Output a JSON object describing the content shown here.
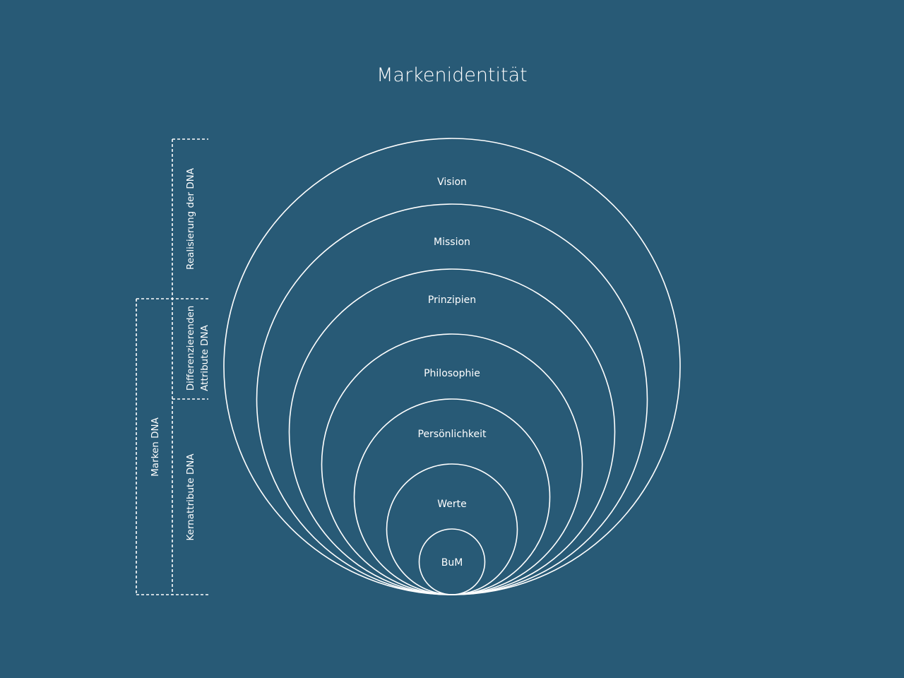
{
  "title": "Markenidentität",
  "layers": [
    "Vision",
    "Mission",
    "Prinzipien",
    "Philosophie",
    "Persönlichkeit",
    "Werte",
    "BuM"
  ],
  "brackets": {
    "realisierung": "Realisierung der DNA",
    "differenzierend_1": "Differenzierenden",
    "differenzierend_2": "Attribute DNA",
    "kern": "Kernattribute DNA",
    "marken": "Marken DNA"
  },
  "colors": {
    "background": "#285a76",
    "line": "#ffffff"
  }
}
